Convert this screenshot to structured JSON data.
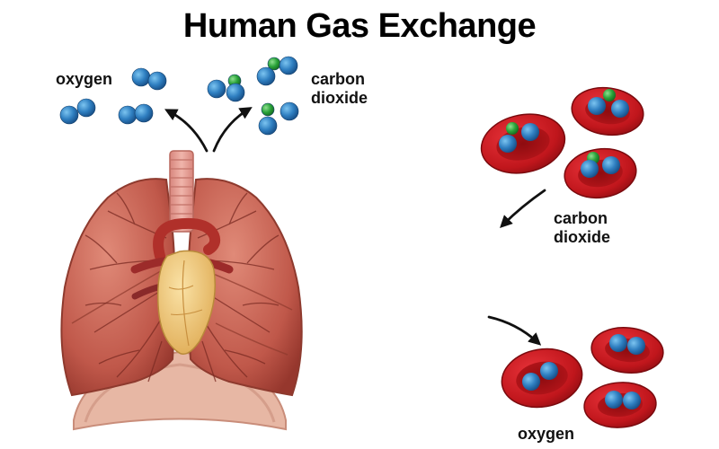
{
  "title": "Human Gas Exchange",
  "labels": {
    "top_left_oxygen": "oxygen",
    "top_right_co2_line1": "carbon",
    "top_right_co2_line2": "dioxide",
    "mid_co2_line1": "carbon",
    "mid_co2_line2": "dioxide",
    "bottom_oxygen": "oxygen"
  },
  "colors": {
    "oxygen_atom": "#2f7fc1",
    "carbon_atom": "#2aa33a",
    "blood_cell": "#c0161c",
    "lung": "#c0584a",
    "heart": "#f2c879",
    "trachea": "#e6a39a",
    "diaphragm": "#e7b7a4"
  }
}
